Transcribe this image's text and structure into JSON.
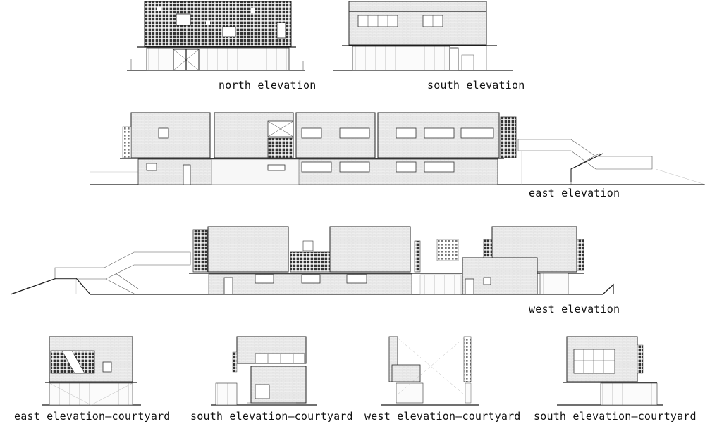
{
  "labels": {
    "north": "north elevation",
    "south": "south elevation",
    "east": "east elevation",
    "west": "west elevation",
    "east_courtyard": "east elevation—courtyard",
    "south_courtyard_1": "south elevation—courtyard",
    "west_courtyard": "west elevation—courtyard",
    "south_courtyard_2": "south elevation—courtyard"
  },
  "colors": {
    "line": "#1a1a1a",
    "wall_fill": "#ececec",
    "screen_fill": "#4a4a4a",
    "background": "#ffffff"
  }
}
